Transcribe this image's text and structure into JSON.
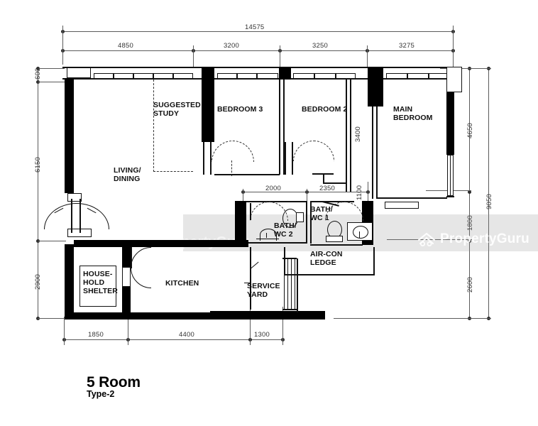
{
  "plan": {
    "title": "5 Room",
    "subtitle": "Type-2",
    "overall_width": "14575",
    "overall_height": "9050"
  },
  "dimensions": {
    "top": [
      "4850",
      "3200",
      "3250",
      "3275"
    ],
    "top_overall": "14575",
    "left": [
      "600",
      "6150",
      "2900"
    ],
    "right": [
      "4650",
      "1800",
      "2600"
    ],
    "right_overall": "9050",
    "bottom": [
      "1850",
      "4400",
      "1300"
    ],
    "interior": {
      "bath_width_2": "2000",
      "bath_width_1": "2350",
      "bath_depth": "1100",
      "bedroom2_depth": "3400"
    }
  },
  "rooms": [
    {
      "name": "suggested-study",
      "label": "SUGGESTED\nSTUDY"
    },
    {
      "name": "bedroom-3",
      "label": "BEDROOM 3"
    },
    {
      "name": "bedroom-2",
      "label": "BEDROOM 2"
    },
    {
      "name": "main-bedroom",
      "label": "MAIN\nBEDROOM"
    },
    {
      "name": "living-dining",
      "label": "LIVING/\nDINING"
    },
    {
      "name": "bath-wc-1",
      "label": "BATH/\nWC 1"
    },
    {
      "name": "bath-wc-2",
      "label": "BATH/\nWC 2"
    },
    {
      "name": "air-con-ledge",
      "label": "AIR-CON\nLEDGE"
    },
    {
      "name": "service-yard",
      "label": "SERVICE\nYARD"
    },
    {
      "name": "kitchen",
      "label": "KITCHEN"
    },
    {
      "name": "household-shelter",
      "label": "HOUSE-\nHOLD\nSHELTER"
    }
  ],
  "watermark": {
    "brand": "PropertyGuru",
    "ghost": "PropertyGuru",
    "logo_icon": "house-roof-icon"
  },
  "colors": {
    "wall": "#000000",
    "line": "#111111",
    "dimension": "#5b5b5b",
    "background": "#ffffff",
    "watermark_band": "rgba(140,140,140,0.22)"
  }
}
